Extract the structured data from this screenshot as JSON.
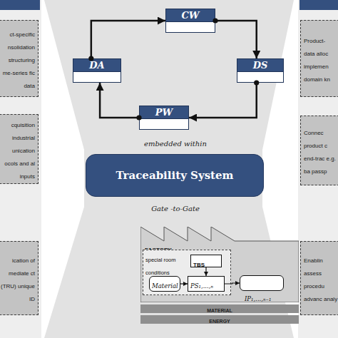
{
  "diagram": {
    "nodes": [
      {
        "text": [
          "ct-specific nsolidation structuring me-series fic data"
        ]
      },
      {
        "text": [
          "CW"
        ]
      },
      {
        "text": [
          "DA"
        ]
      },
      {
        "text": [
          "DS"
        ]
      },
      {
        "text": [
          "PW"
        ]
      },
      {
        "text": [
          "Product- data alloc implemen domain kn"
        ]
      },
      {
        "text": [
          "cquisition industrial unication ocols and al inputs"
        ]
      },
      {
        "text": [
          "Traceability System"
        ]
      },
      {
        "text": [
          "Connec product c end-trac e.g. ba passp"
        ]
      },
      {
        "text": [
          "ication of mediate ct (TRU) unique ID"
        ]
      },
      {
        "text": [
          "FACTORY"
        ]
      },
      {
        "text": [
          "special room conditions"
        ],
        "in": 10
      },
      {
        "text": [
          "TBS"
        ],
        "in": 11
      },
      {
        "text": [
          "Material"
        ],
        "in": 11
      },
      {
        "text": [
          "PS₁,...,ₙ"
        ],
        "in": 11
      },
      {
        "text": [
          "IP₁,...,ₙ₋₁"
        ],
        "in": 10
      },
      {
        "text": [
          "MATERIAL"
        ]
      },
      {
        "text": [
          "ENERGY"
        ]
      },
      {
        "text": [
          "Enablin assess procedu advanc analy"
        ]
      }
    ],
    "edges": [
      {
        "from": 2,
        "to": 1,
        "arrow": "to"
      },
      {
        "from": 1,
        "to": 3,
        "arrow": "to"
      },
      {
        "from": 3,
        "to": 4,
        "arrow": "to"
      },
      {
        "from": 4,
        "to": 2,
        "arrow": "to"
      },
      {
        "from": 13,
        "to": 14,
        "arrow": "to"
      },
      {
        "from": 12,
        "to": 14,
        "arrow": "to"
      },
      {
        "from": 14,
        "to": 15,
        "arrow": "to"
      }
    ],
    "labels": [
      "embedded within",
      "Gate -to-Gate"
    ]
  }
}
